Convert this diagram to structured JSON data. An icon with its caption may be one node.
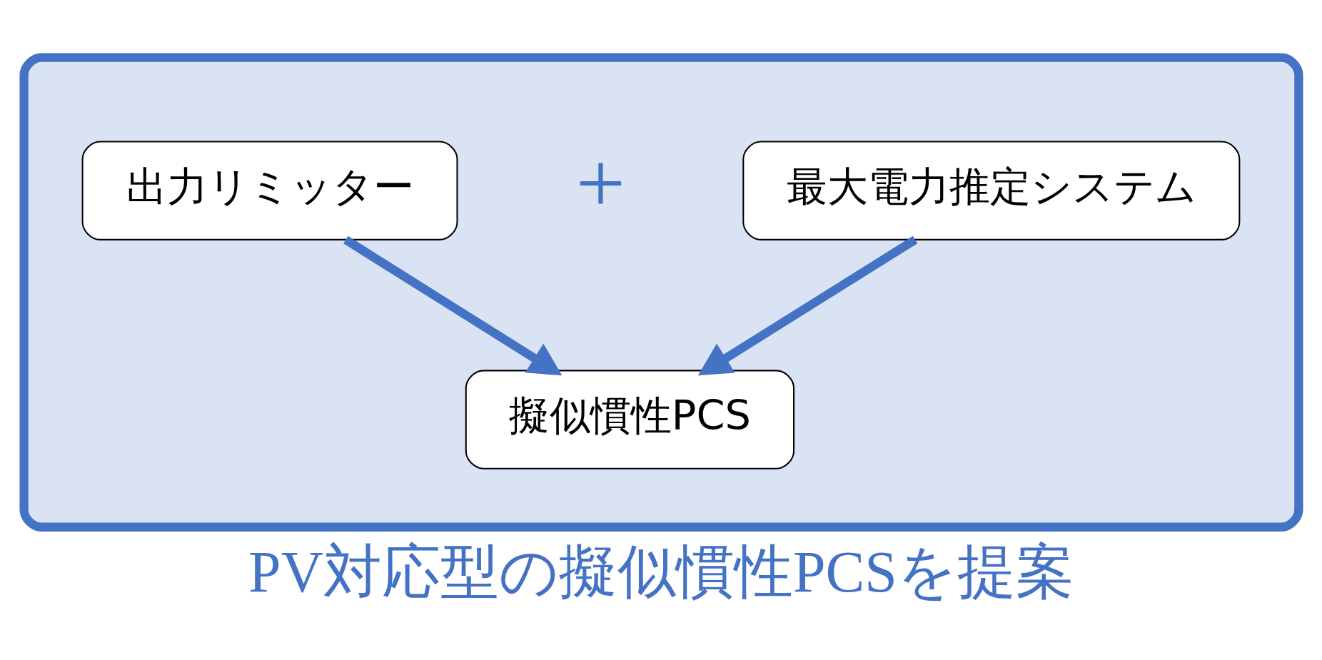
{
  "diagram": {
    "caption": "PV対応型の擬似慣性PCSを提案",
    "nodes": [
      {
        "text": [],
        "shape": "box"
      },
      {
        "text": [
          "出力リミッター"
        ],
        "in": 0
      },
      {
        "text": [
          "最大電力推定システム"
        ],
        "in": 0
      },
      {
        "text": [
          "擬似慣性PCS"
        ],
        "in": 0
      }
    ],
    "edges": [
      {
        "from": 1,
        "to": 3,
        "arrow": "to"
      },
      {
        "from": 2,
        "to": 3,
        "arrow": "to"
      }
    ],
    "labels": [
      "+"
    ]
  }
}
